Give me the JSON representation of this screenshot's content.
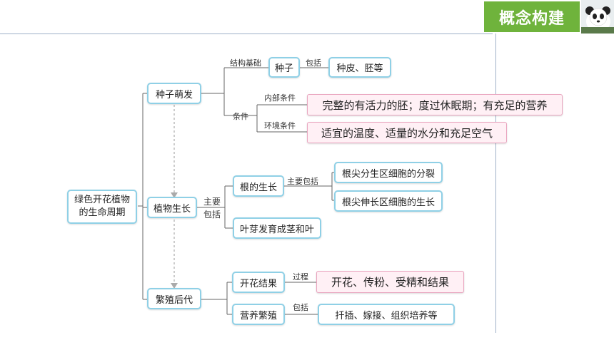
{
  "header": {
    "title": "概念构建"
  },
  "diagram": {
    "root": "绿色开花植物的生命周期",
    "stages": {
      "seed": "种子萌发",
      "growth": "植物生长",
      "reproduce": "繁殖后代"
    },
    "seed_branch": {
      "structure_label": "结构基础",
      "seed_box": "种子",
      "include_label": "包括",
      "parts": "种皮、胚等",
      "condition_label": "条件",
      "internal_label": "内部条件",
      "internal_text": "完整的有活力的胚；度过休眠期；有充足的营养",
      "external_label": "环境条件",
      "external_text": "适宜的温度、适量的水分和充足空气"
    },
    "growth_branch": {
      "main_include_label": "主要包括",
      "root_growth": "根的生长",
      "root_include_label": "主要包括",
      "root_item1": "根尖分生区细胞的分裂",
      "root_item2": "根尖伸长区细胞的生长",
      "bud": "叶芽发育成茎和叶"
    },
    "reproduce_branch": {
      "sexual": "开花结果",
      "process_label": "过程",
      "process_text": "开花、传粉、受精和结果",
      "vegetative": "营养繁殖",
      "include_label": "包括",
      "vegetative_text": "扦插、嫁接、组织培养等"
    }
  }
}
